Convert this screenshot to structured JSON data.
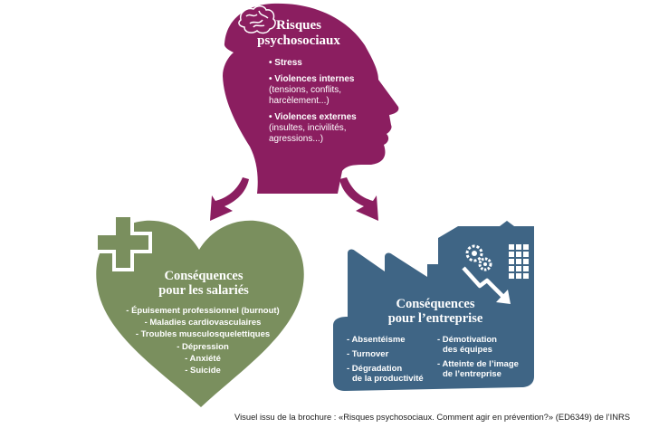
{
  "colors": {
    "head": "#8b1e60",
    "heart": "#7a8f5e",
    "factory": "#3f6585",
    "text_light": "#ffffff",
    "caption": "#1a1a1a"
  },
  "head": {
    "title_line1": "Risques",
    "title_line2": "psychosociaux",
    "items": [
      {
        "label": "• Stress",
        "detail": ""
      },
      {
        "label": "• Violences internes",
        "detail_lines": [
          "(tensions, conflits,",
          "harcèlement...)"
        ]
      },
      {
        "label": "• Violences externes",
        "detail_lines": [
          "(insultes, incivilités,",
          "agressions...)"
        ]
      }
    ]
  },
  "heart": {
    "title_line1": "Conséquences",
    "title_line2": "pour les salariés",
    "items": [
      "- Épuisement professionnel (burnout)",
      "- Maladies cardiovasculaires",
      "- Troubles musculosquelettiques",
      "- Dépression",
      "- Anxiété",
      "- Suicide"
    ]
  },
  "factory": {
    "title_line1": "Conséquences",
    "title_line2": "pour l’entreprise",
    "left_items": [
      [
        "- Absentéisme"
      ],
      [
        "- Turnover"
      ],
      [
        "- Dégradation",
        "de la productivité"
      ]
    ],
    "right_items": [
      [
        "- Démotivation",
        "des équipes"
      ],
      [
        "- Atteinte de l’image",
        "de l’entreprise"
      ]
    ]
  },
  "icons": {
    "brain": "brain-icon",
    "cross": "medical-cross-icon",
    "gears": "gears-icon",
    "decline_arrow": "decline-arrow-icon",
    "arrows": "down-arrow-icon"
  },
  "caption": "Visuel issu de la brochure : «Risques psychosociaux. Comment agir en prévention?» (ED6349) de l’INRS"
}
